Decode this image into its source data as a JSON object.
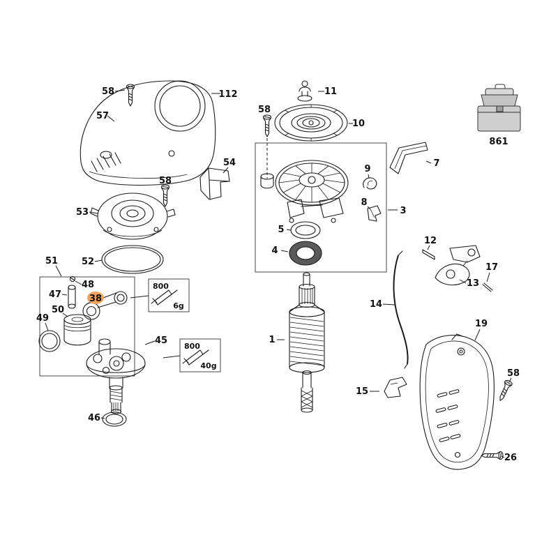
{
  "diagram": {
    "title": "exploded-parts-diagram",
    "background": "#ffffff",
    "line_color": "#1a1a1a",
    "highlight_color": "#F2A35E",
    "labels": {
      "l58a": "58",
      "l112": "112",
      "l57": "57",
      "l54": "54",
      "l58b": "58",
      "l53": "53",
      "l52": "52",
      "l51": "51",
      "l48": "48",
      "l47": "47",
      "l38": "38",
      "l49": "49",
      "l50": "50",
      "l45": "45",
      "l46": "46",
      "g6_code": "800",
      "g6_qty": "6g",
      "g40_code": "800",
      "g40_qty": "40g",
      "l11": "11",
      "l58c": "58",
      "l10": "10",
      "l3": "3",
      "l9": "9",
      "l8": "8",
      "l5": "5",
      "l4": "4",
      "l1": "1",
      "l12": "12",
      "l13": "13",
      "l17": "17",
      "l14": "14",
      "l15": "15",
      "l19": "19",
      "l58d": "58",
      "l26": "26",
      "l7": "7",
      "l861": "861"
    }
  }
}
